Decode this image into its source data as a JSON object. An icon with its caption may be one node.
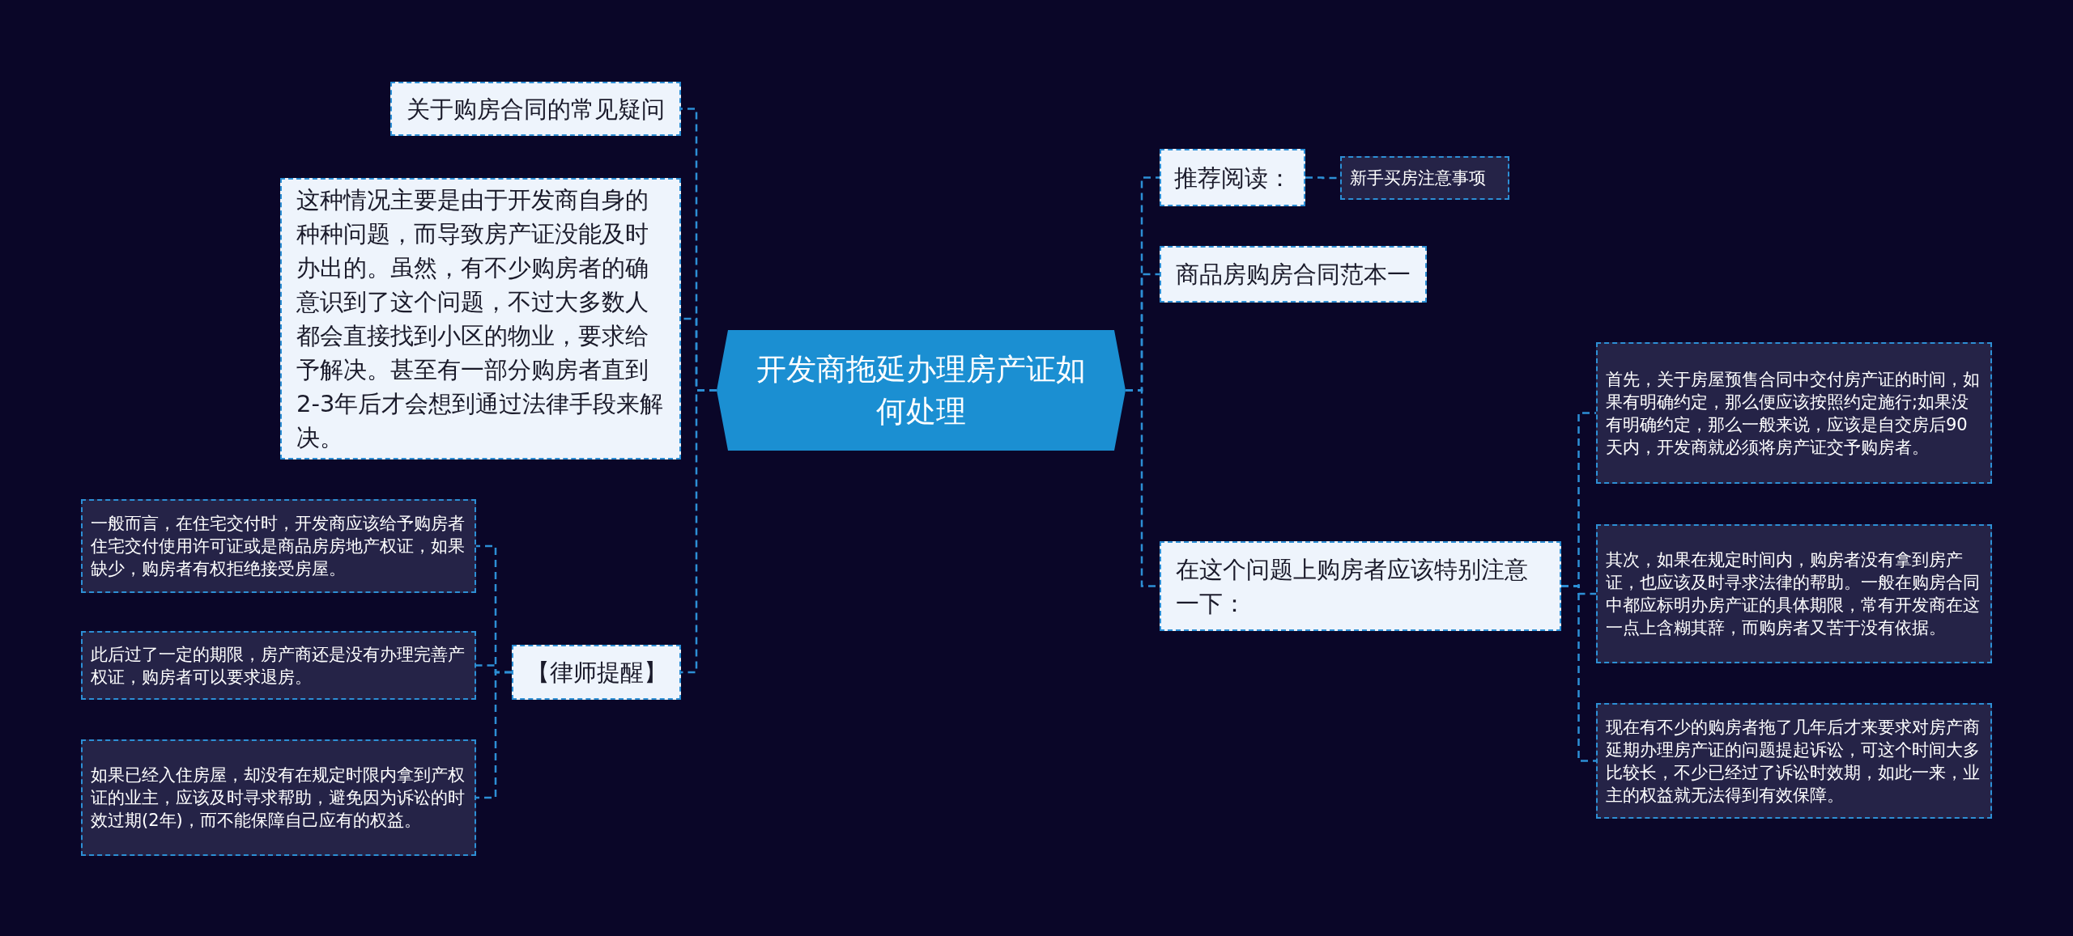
{
  "diagram": {
    "nodes": [
      {
        "text": [
          "开发商拖延办理房产证如何处理"
        ]
      },
      {
        "text": [
          "关于购房合同的常见疑问"
        ]
      },
      {
        "text": [
          "这种情况主要是由于开发商自身的种种问题，而导致房产证没能及时办出的。虽然，有不少购房者的确意识到了这个问题，不过大多数人都会直接找到小区的物业，要求给予解决。甚至有一部分购房者直到2-3年后才会想到通过法律手段来解决。"
        ]
      },
      {
        "text": [
          "【律师提醒】"
        ]
      },
      {
        "text": [
          "一般而言，在住宅交付时，开发商应该给予购房者住宅交付使用许可证或是商品房房地产权证，如果缺少，购房者有权拒绝接受房屋。"
        ]
      },
      {
        "text": [
          "此后过了一定的期限，房产商还是没有办理完善产权证，购房者可以要求退房。"
        ]
      },
      {
        "text": [
          "如果已经入住房屋，却没有在规定时限内拿到产权证的业主，应该及时寻求帮助，避免因为诉讼的时效过期(2年)，而不能保障自己应有的权益。"
        ]
      },
      {
        "text": [
          "推荐阅读："
        ]
      },
      {
        "text": [
          "新手买房注意事项"
        ]
      },
      {
        "text": [
          "商品房购房合同范本一"
        ]
      },
      {
        "text": [
          "在这个问题上购房者应该特别注意一下："
        ]
      },
      {
        "text": [
          "首先，关于房屋预售合同中交付房产证的时间，如果有明确约定，那么便应该按照约定施行;如果没有明确约定，那么一般来说，应该是自交房后90天内，开发商就必须将房产证交予购房者。"
        ]
      },
      {
        "text": [
          "其次，如果在规定时间内，购房者没有拿到房产证，也应该及时寻求法律的帮助。一般在购房合同中都应标明办房产证的具体期限，常有开发商在这一点上含糊其辞，而购房者又苦于没有依据。"
        ]
      },
      {
        "text": [
          "现在有不少的购房者拖了几年后才来要求对房产商延期办理房产证的问题提起诉讼，可这个时间大多比较长，不少已经过了诉讼时效期，如此一来，业主的权益就无法得到有效保障。"
        ]
      }
    ],
    "edges": [
      {
        "from": 0,
        "to": 1,
        "arrow": "none",
        "style": "dashed"
      },
      {
        "from": 0,
        "to": 2,
        "arrow": "none",
        "style": "dashed"
      },
      {
        "from": 0,
        "to": 3,
        "arrow": "none",
        "style": "dashed"
      },
      {
        "from": 3,
        "to": 4,
        "arrow": "none",
        "style": "dashed"
      },
      {
        "from": 3,
        "to": 5,
        "arrow": "none",
        "style": "dashed"
      },
      {
        "from": 3,
        "to": 6,
        "arrow": "none",
        "style": "dashed"
      },
      {
        "from": 0,
        "to": 7,
        "arrow": "none",
        "style": "dashed"
      },
      {
        "from": 7,
        "to": 8,
        "arrow": "none",
        "style": "dashed"
      },
      {
        "from": 0,
        "to": 9,
        "arrow": "none",
        "style": "dashed"
      },
      {
        "from": 0,
        "to": 10,
        "arrow": "none",
        "style": "dashed"
      },
      {
        "from": 10,
        "to": 11,
        "arrow": "none",
        "style": "dashed"
      },
      {
        "from": 10,
        "to": 12,
        "arrow": "none",
        "style": "dashed"
      },
      {
        "from": 10,
        "to": 13,
        "arrow": "none",
        "style": "dashed"
      }
    ]
  }
}
